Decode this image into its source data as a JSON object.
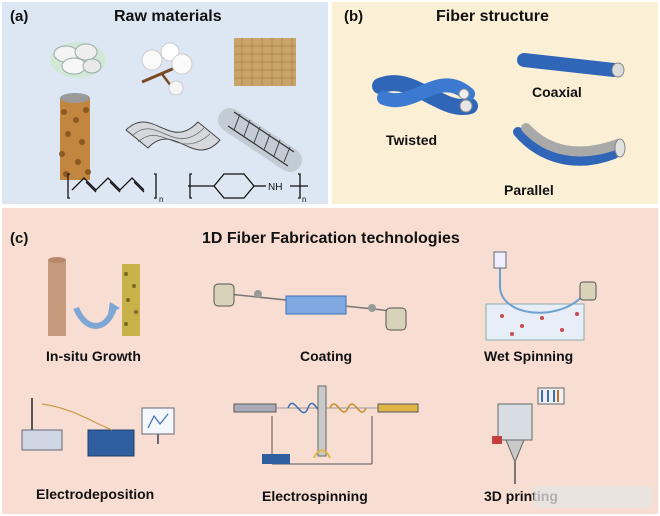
{
  "panel_a": {
    "label": "(a)",
    "title": "Raw materials"
  },
  "panel_b": {
    "label": "(b)",
    "title": "Fiber structure",
    "structures": {
      "twisted": "Twisted",
      "coaxial": "Coaxial",
      "parallel": "Parallel"
    }
  },
  "panel_c": {
    "label": "(c)",
    "title": "1D Fiber Fabrication technologies",
    "technologies": {
      "insitu": "In-situ Growth",
      "coating": "Coating",
      "wet": "Wet Spinning",
      "electrodeposition": "Electrodeposition",
      "electrospinning": "Electrospinning",
      "printing": "3D printing"
    }
  },
  "colors": {
    "panel_a_bg": "#dde7f3",
    "panel_b_bg": "#fbefd6",
    "panel_c_bg": "#f8ddd2",
    "fiber_blue": "#2f66b8"
  }
}
